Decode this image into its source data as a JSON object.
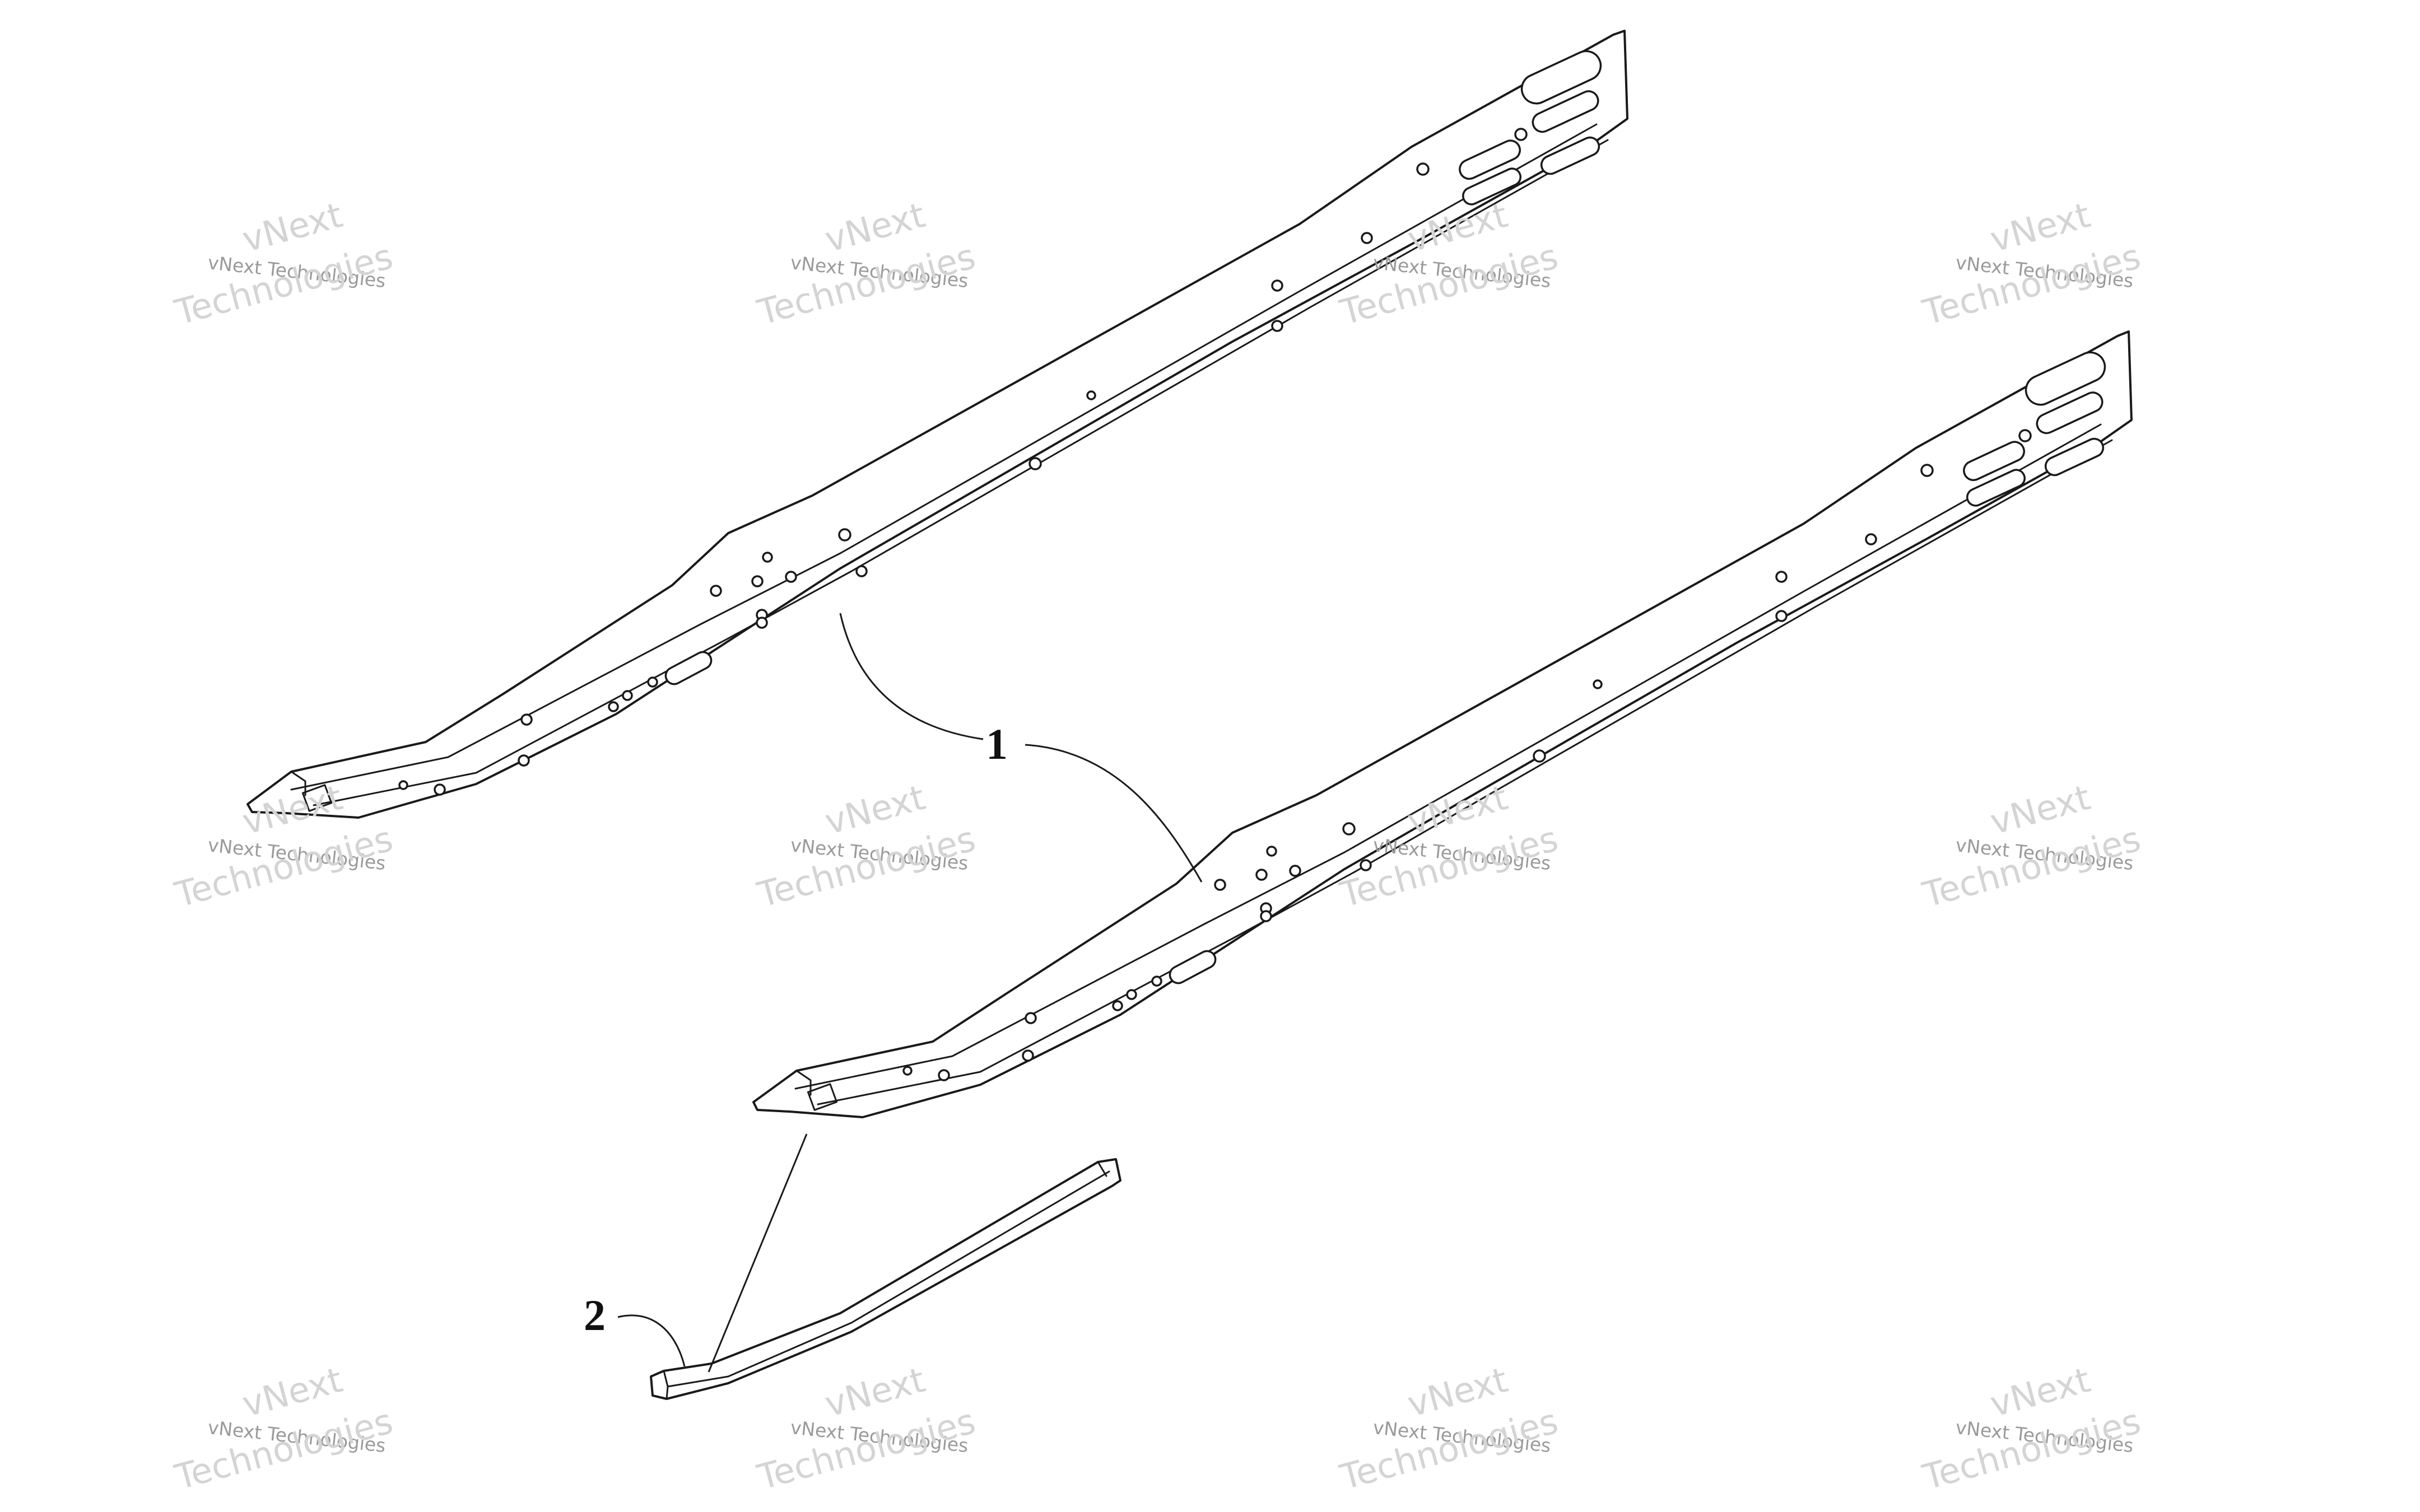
{
  "callouts": [
    {
      "id": "1",
      "label": "1"
    },
    {
      "id": "2",
      "label": "2"
    }
  ],
  "watermark": {
    "line_small": "vNext Technologies",
    "line_big_a": "vNext",
    "line_big_b": "Technologies"
  }
}
